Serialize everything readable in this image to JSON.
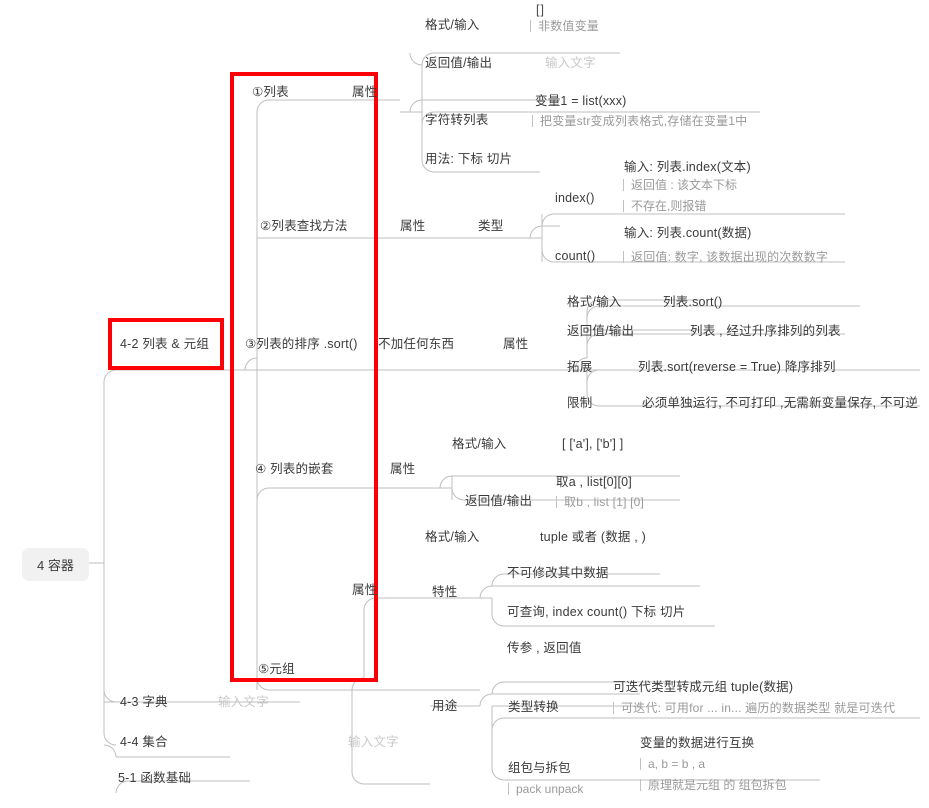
{
  "document": {
    "type": "mindmap",
    "title": "4 容器 — 4-2 列表 & 元组",
    "highlight_color": "#fb0007",
    "root_chip_bg": "#f1f1f1",
    "line_color": "#bfbfbf",
    "placeholder_text": "输入文字"
  },
  "root": {
    "label": "4 容器"
  },
  "level1": [
    {
      "label": "4-2 列表 & 元组",
      "highlighted": true
    },
    {
      "label": "4-3 字典",
      "placeholder": "输入文字"
    },
    {
      "label": "4-4 集合"
    },
    {
      "label": "5-1 函数基础"
    }
  ],
  "list_topic": {
    "item1": {
      "label": "①列表",
      "attr_label": "属性",
      "rows": [
        {
          "label": "格式/输入",
          "top": "[]",
          "note": "非数值变量"
        },
        {
          "label": "返回值/输出",
          "value": "输入文字",
          "is_placeholder": true
        },
        {
          "label": "字符转列表",
          "top": "变量1 = list(xxx)",
          "note": "把变量str变成列表格式,存储在变量1中"
        },
        {
          "label": "用法: 下标 切片"
        }
      ]
    },
    "item2": {
      "label": "②列表查找方法",
      "attr_label": "属性",
      "type_label": "类型",
      "methods": [
        {
          "name": "index()",
          "top": "输入: 列表.index(文本)",
          "notes": [
            "返回值 : 该文本下标",
            "不存在,则报错"
          ]
        },
        {
          "name": "count()",
          "top": "输入: 列表.count(数据)",
          "notes": [
            "返回值: 数字,  该数据出现的次数数字"
          ]
        }
      ]
    },
    "item3": {
      "label": "③列表的排序  .sort()",
      "sub_label": "不加任何东西",
      "attr_label": "属性",
      "rows": [
        {
          "label": "格式/输入",
          "value": "列表.sort()"
        },
        {
          "label": "返回值/输出",
          "value": "列表 , 经过升序排列的列表"
        },
        {
          "label": "拓展",
          "value": "列表.sort(reverse = True)   降序排列"
        },
        {
          "label": "限制",
          "value": "必须单独运行, 不可打印 ,无需新变量保存, 不可逆"
        }
      ]
    },
    "item4": {
      "label": "④ 列表的嵌套",
      "attr_label": "属性",
      "rows": [
        {
          "label": "格式/输入",
          "value": "[  ['a'],   ['b'] ]"
        },
        {
          "label": "返回值/输出",
          "top": "取a , list[0][0]",
          "note": "取b , list [1] [0]"
        }
      ]
    },
    "item5": {
      "label": "⑤元组",
      "attr_label": "属性",
      "placeholder": "输入文字",
      "groups": [
        {
          "group_label": "特性",
          "format_row": {
            "label": "格式/输入",
            "value": "tuple  或者  (数据 , )"
          },
          "rows": [
            {
              "value": "不可修改其中数据"
            },
            {
              "value": "可查询, index    count()     下标    切片"
            }
          ]
        },
        {
          "group_label": "用途",
          "header": "传参 , 返回值",
          "rows": [
            {
              "label": "类型转换",
              "top": "可迭代类型转成元组    tuple(数据)",
              "note": "可迭代: 可用for  ...  in... 遍历的数据类型  就是可迭代"
            },
            {
              "label": "组包与拆包",
              "label_note": "pack   unpack",
              "top": "变量的数据进行互换",
              "notes": [
                "a, b  =  b , a",
                "原理就是元组 的 组包拆包"
              ]
            }
          ]
        }
      ]
    }
  }
}
